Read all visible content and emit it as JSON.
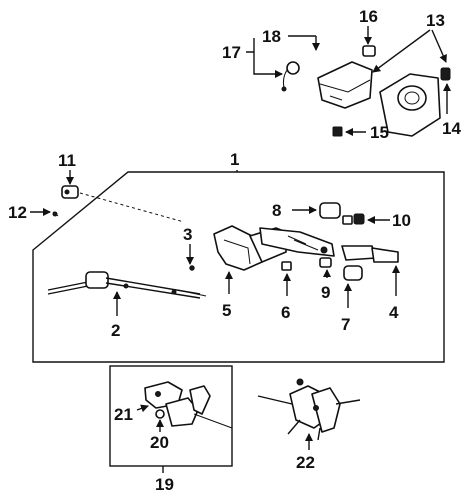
{
  "callouts": {
    "c1": "1",
    "c2": "2",
    "c3": "3",
    "c4": "4",
    "c5": "5",
    "c6": "6",
    "c7": "7",
    "c8": "8",
    "c9": "9",
    "c10": "10",
    "c11": "11",
    "c12": "12",
    "c13": "13",
    "c14": "14",
    "c15": "15",
    "c16": "16",
    "c17": "17",
    "c18": "18",
    "c19": "19",
    "c20": "20",
    "c21": "21",
    "c22": "22"
  },
  "colors": {
    "ink": "#111111",
    "background": "#ffffff"
  }
}
